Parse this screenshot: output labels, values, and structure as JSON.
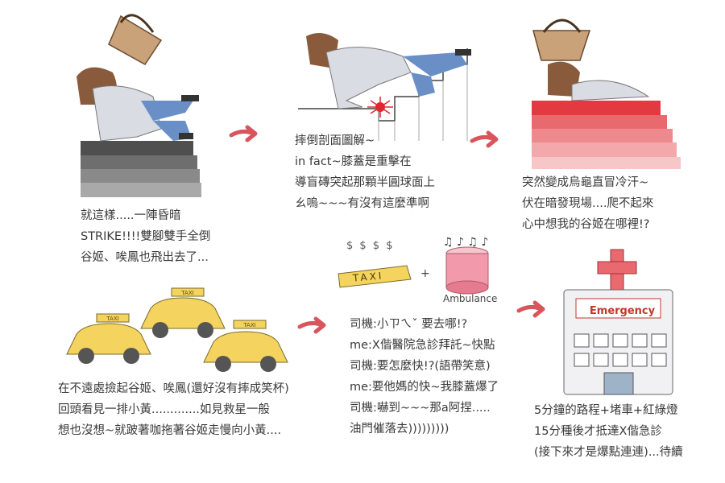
{
  "panel1": {
    "lines": [
      "就這樣.....一陣昏暗",
      "STRIKE!!!!雙腳雙手全倒",
      "谷姬、唉鳳也飛出去了..."
    ]
  },
  "panel2": {
    "lines": [
      "摔倒剖面圖解~",
      "in fact~膝蓋是重擊在",
      "導盲磚突起那顆半圓球面上",
      "ㄠ嗚~~~有沒有這麼準啊"
    ]
  },
  "panel3": {
    "lines": [
      "突然變成烏龜直冒冷汗~",
      "伏在暗發現場....爬不起來",
      "心中想我的谷姬在哪裡!?"
    ]
  },
  "panel4": {
    "taxi_sign": "TAXI",
    "lines": [
      "在不遠處撿起谷姬、唉鳳(還好沒有摔成笑杯)",
      "回頭看見一排小黃.............如見救星一般",
      "想也沒想~就跛著咖拖著谷姬走慢向小黃...."
    ]
  },
  "panel5": {
    "dollar_signs": "$ $ $ $",
    "taxi_label": "TAXI",
    "plus": "+",
    "ambulance_label": "Ambulance",
    "lines": [
      "司機:小ㄗㄟˇ 要去哪!?",
      "me:X偕醫院急診拜託~快點",
      "司機:要怎麼快!?(語帶笑意)",
      "me:要他媽的快~我膝蓋爆了",
      "司機:嚇到~~~那a阿捏.....",
      "油門催落去)))))))))"
    ]
  },
  "panel6": {
    "hospital_sign": "Emergency",
    "lines": [
      "5分鐘的路程+堵車+紅綠燈",
      "15分種後才抵達X偕急診",
      "(接下來才是爆點連連)...待續"
    ]
  },
  "colors": {
    "arrow": "#d9555c",
    "stairs_red": "#e96a6e",
    "stairs_gray": "#5d5d5d",
    "taxi_yellow": "#f4d35e",
    "denim": "#6a8fc7"
  }
}
